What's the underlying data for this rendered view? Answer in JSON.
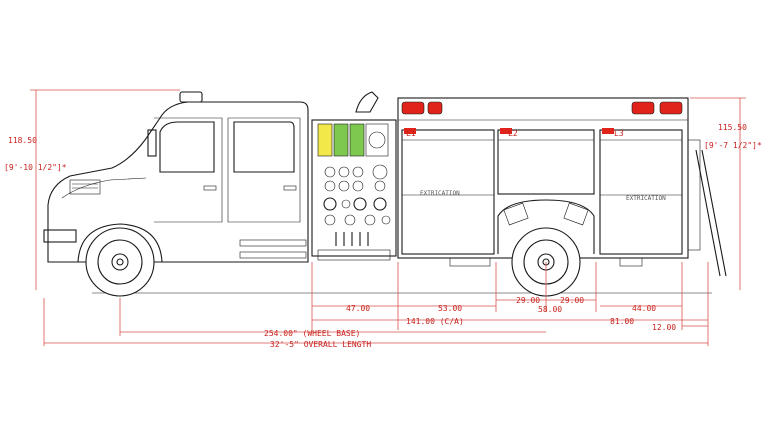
{
  "diagram": {
    "height_left": "118.50",
    "height_left_ft": "[9'-10 1/2\"]*",
    "height_right": "115.50",
    "height_right_ft": "[9'-7 1/2\"]*",
    "dims": {
      "d47": "47.00",
      "d53": "53.00",
      "d29a": "29.00",
      "d29b": "29.00",
      "d58": "58.00",
      "d44": "44.00",
      "d81": "81.00",
      "d12": "12.00",
      "ca": "141.00 (C/A)",
      "wheelbase": "254.00\" (WHEEL BASE)",
      "overall": "32'-5\" OVERALL LENGTH"
    },
    "compartments": [
      "L1",
      "L2",
      "L3"
    ],
    "door_labels": [
      "EXTRICATION",
      "EXTRICATION"
    ],
    "colors": {
      "line": "#1a1a1a",
      "dimension": "#c8231e",
      "tank_yellow": "#f2e84a",
      "tank_green": "#7ec850",
      "light_red": "#e0241b"
    }
  }
}
